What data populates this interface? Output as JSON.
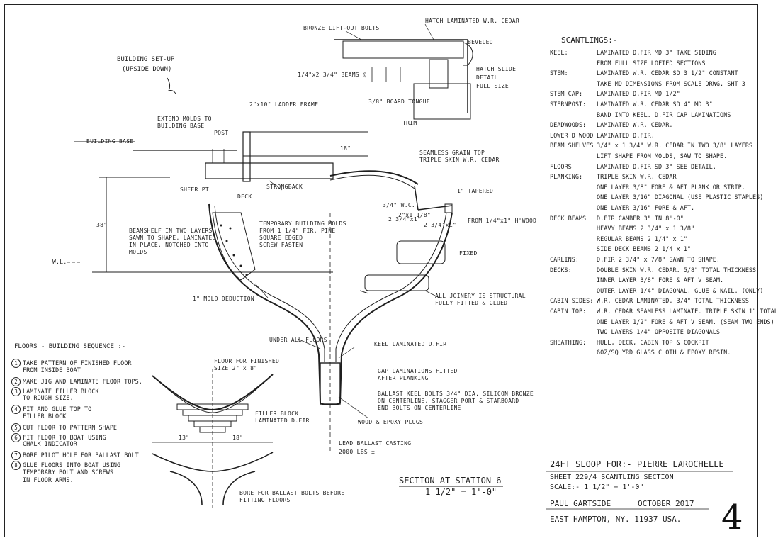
{
  "drawing": {
    "building_setup_title": [
      "BUILDING SET-UP",
      "(UPSIDE DOWN)"
    ],
    "labels": {
      "bronze_liftout_bolts": "BRONZE LIFT-OUT BOLTS",
      "hatch_laminated": "HATCH LAMINATED W.R. CEDAR",
      "beveled": "BEVELED",
      "hatch_slide_detail": [
        "HATCH SLIDE",
        "DETAIL",
        "FULL SIZE"
      ],
      "beams_label": "1/4\"x2 3/4\" BEAMS @",
      "boards_tongue": "3/8\" BOARD TONGUE",
      "trim": "TRIM",
      "ladder_frame": "2\"x10\" LADDER FRAME",
      "extend_molds": [
        "EXTEND MOLDS TO",
        "BUILDING BASE"
      ],
      "post": "POST",
      "building_base": "BUILDING BASE",
      "strongback": "STRONGBACK",
      "seamless_grain": [
        "SEAMLESS GRAIN TOP",
        "TRIPLE SKIN W.R. CEDAR"
      ],
      "sheer_pt": "SHEER PT",
      "deck": "DECK",
      "beamshelf": [
        "BEAMSHELF IN TWO LAYERS",
        "SAWN TO SHAPE, LAMINATED",
        "IN PLACE, NOTCHED INTO",
        "MOLDS"
      ],
      "temporary_molds": [
        "TEMPORARY BUILDING MOLDS",
        "FROM 1 1/4\" FIR, PINE",
        "SQUARE EDGED",
        "SCREW FASTEN"
      ],
      "height_38": "38\"",
      "wl": "W.L.",
      "mold_deduction": "1\" MOLD DEDUCTION",
      "all_joinery": [
        "ALL JOINERY IS STRUCTURAL",
        "FULLY FITTED & GLUED"
      ],
      "dim_18a": "18\"",
      "dim_18b": "1\" TAPERED",
      "dim_34": "3/4\" W.C.",
      "dim_2x18": "2\"x1 1/8\"",
      "dim_2x13": "2 3/4\"x1\"",
      "dim_234": "2 3/4\"x1\"",
      "from_14": "FROM 1/4\"x1\" H'WOOD",
      "fixed": "FIXED",
      "under_all_floors": "UNDER ALL FLOORS",
      "keel_laminated": "KEEL LAMINATED D.FIR",
      "gap_laminations": [
        "GAP LAMINATIONS FITTED",
        "AFTER PLANKING"
      ],
      "ballast_keel_bolts": [
        "BALLAST KEEL BOLTS 3/4\" DIA. SILICON BRONZE",
        "ON CENTERLINE, STAGGER PORT & STARBOARD",
        "END BOLTS ON CENTERLINE"
      ],
      "wood_epoxy_plugs": "WOOD & EPOXY PLUGS",
      "lead_ballast": [
        "LEAD BALLAST CASTING",
        "2000 LBS ±"
      ],
      "floor_for_finished": [
        "FLOOR FOR FINISHED",
        "SIZE 2\" x 8\""
      ],
      "filler_block": [
        "FILLER BLOCK",
        "LAMINATED D.FIR"
      ],
      "dim_13": "13\"",
      "dim_18c": "18\"",
      "bore_ballast": [
        "BORE FOR BALLAST BOLTS BEFORE",
        "FITTING FLOORS"
      ]
    },
    "section_title": "SECTION AT STATION 6",
    "section_scale": "1 1/2\" = 1'-0\""
  },
  "scantlings": {
    "title": "SCANTLINGS:-",
    "rows": [
      {
        "label": "KEEL:",
        "text": "LAMINATED D.FIR MD 3\" TAKE SIDING"
      },
      {
        "label": "",
        "text": "FROM FULL SIZE LOFTED SECTIONS"
      },
      {
        "label": "STEM:",
        "text": "LAMINATED W.R. CEDAR SD 3 1/2\" CONSTANT"
      },
      {
        "label": "",
        "text": "TAKE MD DIMENSIONS FROM SCALE DRWG. SHT 3"
      },
      {
        "label": "STEM CAP:",
        "text": "LAMINATED D.FIR MD 1/2\""
      },
      {
        "label": "STERNPOST:",
        "text": "LAMINATED W.R. CEDAR SD 4\" MD 3\""
      },
      {
        "label": "",
        "text": "BAND INTO KEEL. D.FIR CAP LAMINATIONS"
      },
      {
        "label": "DEADWOODS:",
        "text": "LAMINATED W.R. CEDAR."
      },
      {
        "label": "LOWER D'WOOD",
        "text": "LAMINATED D.FIR."
      },
      {
        "label": "BEAM SHELVES",
        "text": "3/4\" x 1 3/4\" W.R. CEDAR IN TWO 3/8\" LAYERS"
      },
      {
        "label": "",
        "text": "LIFT SHAPE FROM MOLDS, SAW TO SHAPE."
      },
      {
        "label": "FLOORS",
        "text": "LAMINATED D.FIR SD 3\" SEE DETAIL."
      },
      {
        "label": "PLANKING:",
        "text": "TRIPLE SKIN W.R. CEDAR"
      },
      {
        "label": "",
        "text": "ONE LAYER 3/8\" FORE & AFT PLANK OR STRIP."
      },
      {
        "label": "",
        "text": "ONE LAYER 3/16\" DIAGONAL (USE PLASTIC STAPLES)"
      },
      {
        "label": "",
        "text": "ONE LAYER 3/16\" FORE & AFT."
      },
      {
        "label": "DECK BEAMS",
        "text": "D.FIR CAMBER 3\" IN 8'-0\""
      },
      {
        "label": "",
        "text": "HEAVY BEAMS 2 3/4\" x 1 3/8\""
      },
      {
        "label": "",
        "text": "REGULAR BEAMS 2 1/4\" x 1\""
      },
      {
        "label": "",
        "text": "SIDE DECK BEAMS 2 1/4 x 1\""
      },
      {
        "label": "CARLINS:",
        "text": "D.FIR 2 3/4\" x 7/8\" SAWN TO SHAPE."
      },
      {
        "label": "DECKS:",
        "text": "DOUBLE SKIN W.R. CEDAR. 5/8\" TOTAL THICKNESS"
      },
      {
        "label": "",
        "text": "INNER LAYER 3/8\" FORE & AFT V SEAM."
      },
      {
        "label": "",
        "text": "OUTER LAYER 1/4\" DIAGONAL. GLUE & NAIL. (ONLY)"
      },
      {
        "label": "CABIN SIDES:",
        "text": "W.R. CEDAR LAMINATED. 3/4\" TOTAL THICKNESS"
      },
      {
        "label": "CABIN TOP:",
        "text": "W.R. CEDAR SEAMLESS LAMINATE. TRIPLE SKIN 1\" TOTAL"
      },
      {
        "label": "",
        "text": "ONE LAYER 1/2\" FORE & AFT V SEAM. (SEAM TWO ENDS)"
      },
      {
        "label": "",
        "text": "TWO LAYERS 1/4\" OPPOSITE DIAGONALS"
      },
      {
        "label": "SHEATHING:",
        "text": "HULL, DECK, CABIN TOP & COCKPIT"
      },
      {
        "label": "",
        "text": "6OZ/SQ YRD GLASS CLOTH & EPOXY RESIN."
      }
    ]
  },
  "floors_sequence": {
    "title": "FLOORS - BUILDING SEQUENCE :-",
    "steps": [
      {
        "num": "1",
        "lines": [
          "TAKE PATTERN OF FINISHED FLOOR",
          "FROM INSIDE BOAT"
        ]
      },
      {
        "num": "2",
        "lines": [
          "MAKE JIG AND LAMINATE FLOOR TOPS."
        ]
      },
      {
        "num": "3",
        "lines": [
          "LAMINATE FILLER BLOCK",
          "TO ROUGH SIZE."
        ]
      },
      {
        "num": "4",
        "lines": [
          "FIT AND GLUE TOP TO",
          "FILLER BLOCK"
        ]
      },
      {
        "num": "5",
        "lines": [
          "CUT FLOOR TO PATTERN SHAPE"
        ]
      },
      {
        "num": "6",
        "lines": [
          "FIT FLOOR TO BOAT USING",
          "CHALK INDICATOR"
        ]
      },
      {
        "num": "7",
        "lines": [
          "BORE PILOT HOLE FOR BALLAST BOLT"
        ]
      },
      {
        "num": "8",
        "lines": [
          "GLUE FLOORS INTO BOAT USING",
          "TEMPORARY BOLT AND SCREWS",
          "IN FLOOR ARMS."
        ]
      }
    ]
  },
  "title_block": {
    "line1": "24FT SLOOP FOR:- PIERRE LAROCHELLE",
    "line2": "SHEET 229/4 SCANTLING SECTION",
    "line3": "SCALE:- 1 1/2\" = 1'-0\"",
    "designer": "PAUL GARTSIDE",
    "date": "OCTOBER 2017",
    "address": "EAST HAMPTON, NY. 11937 USA.",
    "sheet_number": "4"
  }
}
